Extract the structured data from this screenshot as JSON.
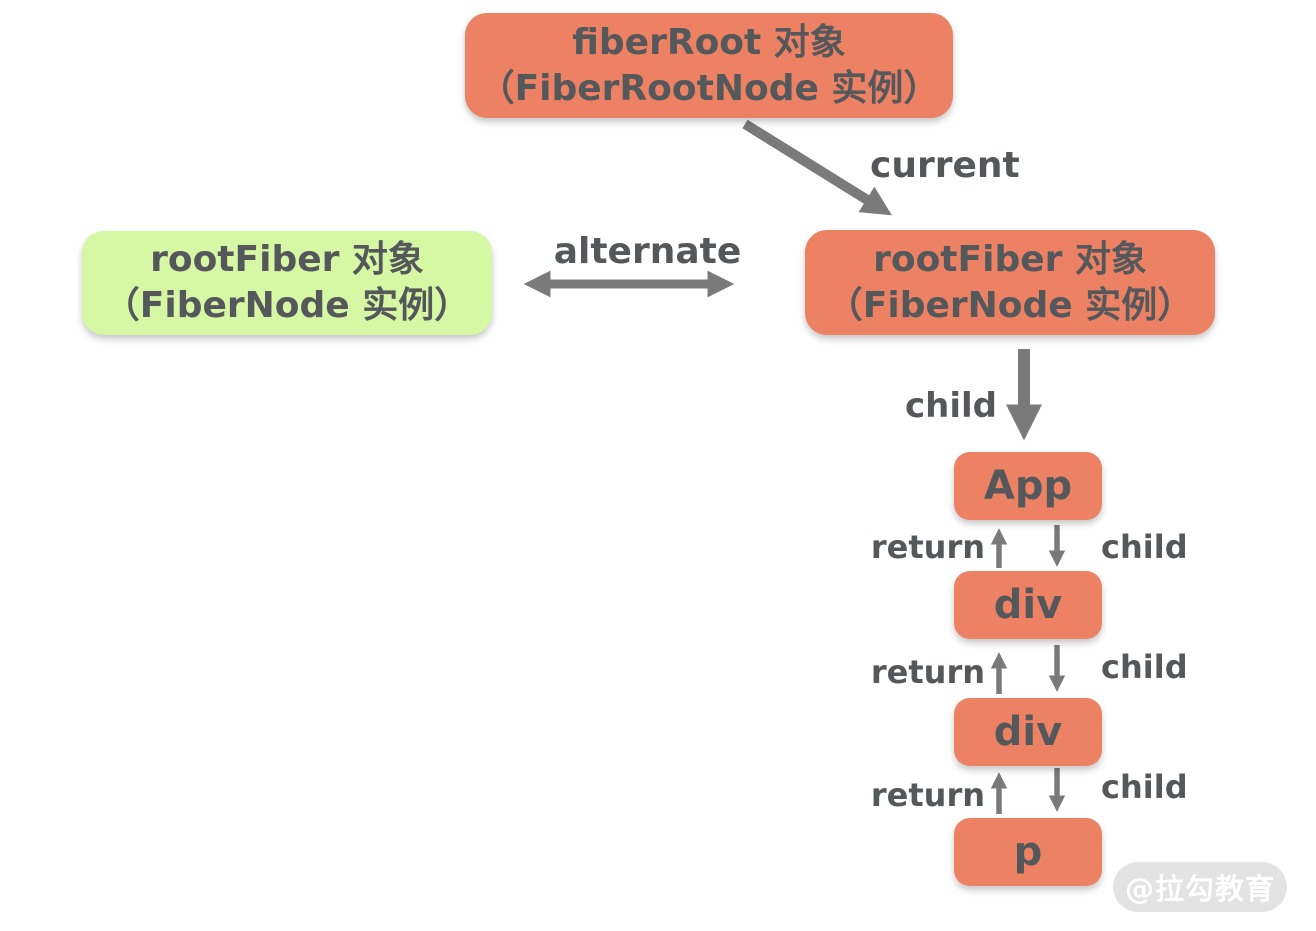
{
  "boxes": {
    "fiber_root": {
      "line1": "fiberRoot 对象",
      "line2": "（FiberRootNode 实例）"
    },
    "root_fiber_left": {
      "line1": "rootFiber 对象",
      "line2": "（FiberNode 实例）"
    },
    "root_fiber_right": {
      "line1": "rootFiber 对象",
      "line2": "（FiberNode 实例）"
    }
  },
  "labels": {
    "current": "current",
    "alternate": "alternate",
    "child": "child"
  },
  "tree": {
    "nodes": [
      {
        "label": "App"
      },
      {
        "label": "div"
      },
      {
        "label": "div"
      },
      {
        "label": "p"
      }
    ],
    "connectors": [
      {
        "return_label": "return",
        "child_label": "child"
      },
      {
        "return_label": "return",
        "child_label": "child"
      },
      {
        "return_label": "return",
        "child_label": "child"
      }
    ]
  },
  "watermark": {
    "text": "@拉勾教育"
  },
  "colors": {
    "node_orange": "#ec8164",
    "node_green": "#d6f8a5",
    "text_dark": "#55585b",
    "arrow_gray": "#7a7a7a",
    "watermark_bg": "#e3e3e3",
    "watermark_text": "#ffffff"
  }
}
